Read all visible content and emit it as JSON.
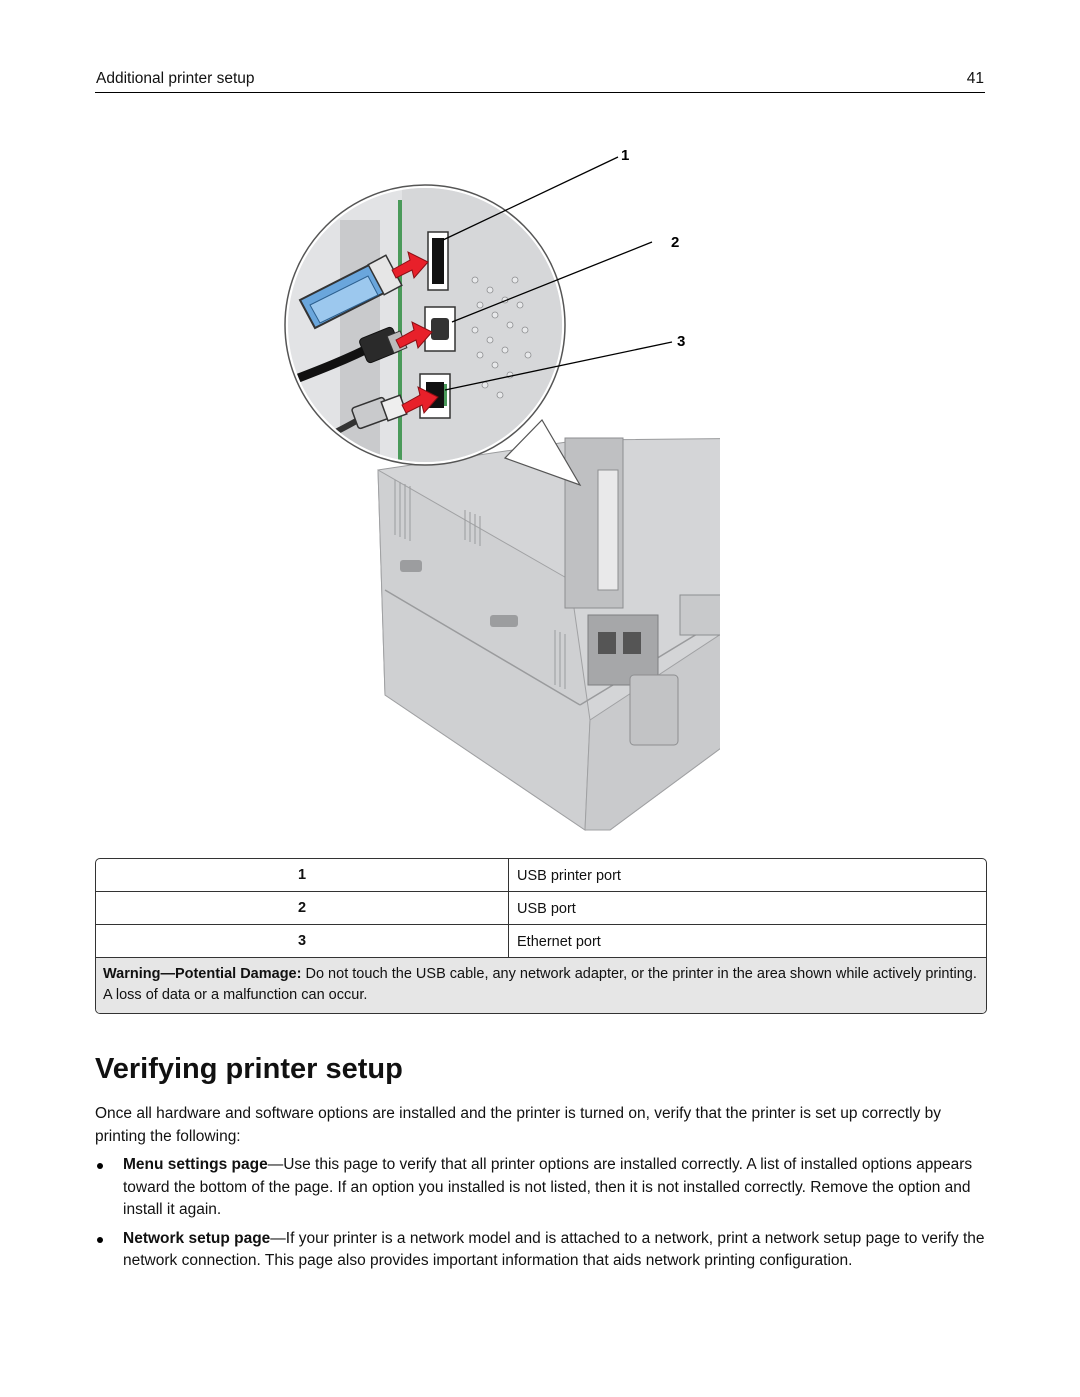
{
  "header": {
    "title": "Additional printer setup",
    "page_number": "41"
  },
  "figure": {
    "callout_numbers": [
      "1",
      "2",
      "3"
    ]
  },
  "table": {
    "rows": [
      {
        "num": "1",
        "label": "USB printer port"
      },
      {
        "num": "2",
        "label": "USB port"
      },
      {
        "num": "3",
        "label": "Ethernet port"
      }
    ],
    "warning_lead": "Warning—Potential Damage:",
    "warning_text": " Do not touch the USB cable, any network adapter, or the printer in the area shown while actively printing. A loss of data or a malfunction can occur."
  },
  "section": {
    "title": "Verifying printer setup",
    "intro": "Once all hardware and software options are installed and the printer is turned on, verify that the printer is set up correctly by printing the following:",
    "bullets": [
      {
        "term": "Menu settings page",
        "text": "—Use this page to verify that all printer options are installed correctly. A list of installed options appears toward the bottom of the page. If an option you installed is not listed, then it is not installed correctly. Remove the option and install it again."
      },
      {
        "term": "Network setup page",
        "text": "—If your printer is a network model and is attached to a network, print a network setup page to verify the network connection. This page also provides important information that aids network printing configuration."
      }
    ]
  },
  "colors": {
    "arrow_red": "#e8202a",
    "usb_blue": "#6aa6dc",
    "printer_gray": "#d4d5d7",
    "green_panel": "#4a9a5a"
  }
}
